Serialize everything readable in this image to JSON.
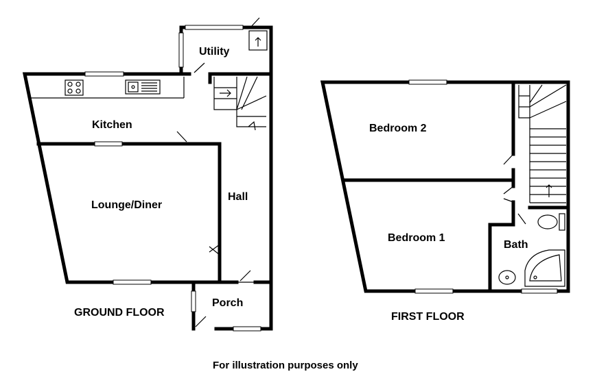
{
  "rooms": {
    "utility": "Utility",
    "kitchen": "Kitchen",
    "lounge": "Lounge/Diner",
    "hall": "Hall",
    "porch": "Porch",
    "bedroom2": "Bedroom 2",
    "bedroom1": "Bedroom 1",
    "bath": "Bath"
  },
  "floors": {
    "ground": "GROUND FLOOR",
    "first": "FIRST FLOOR"
  },
  "footer": {
    "disclaimer": "For illustration purposes only"
  }
}
